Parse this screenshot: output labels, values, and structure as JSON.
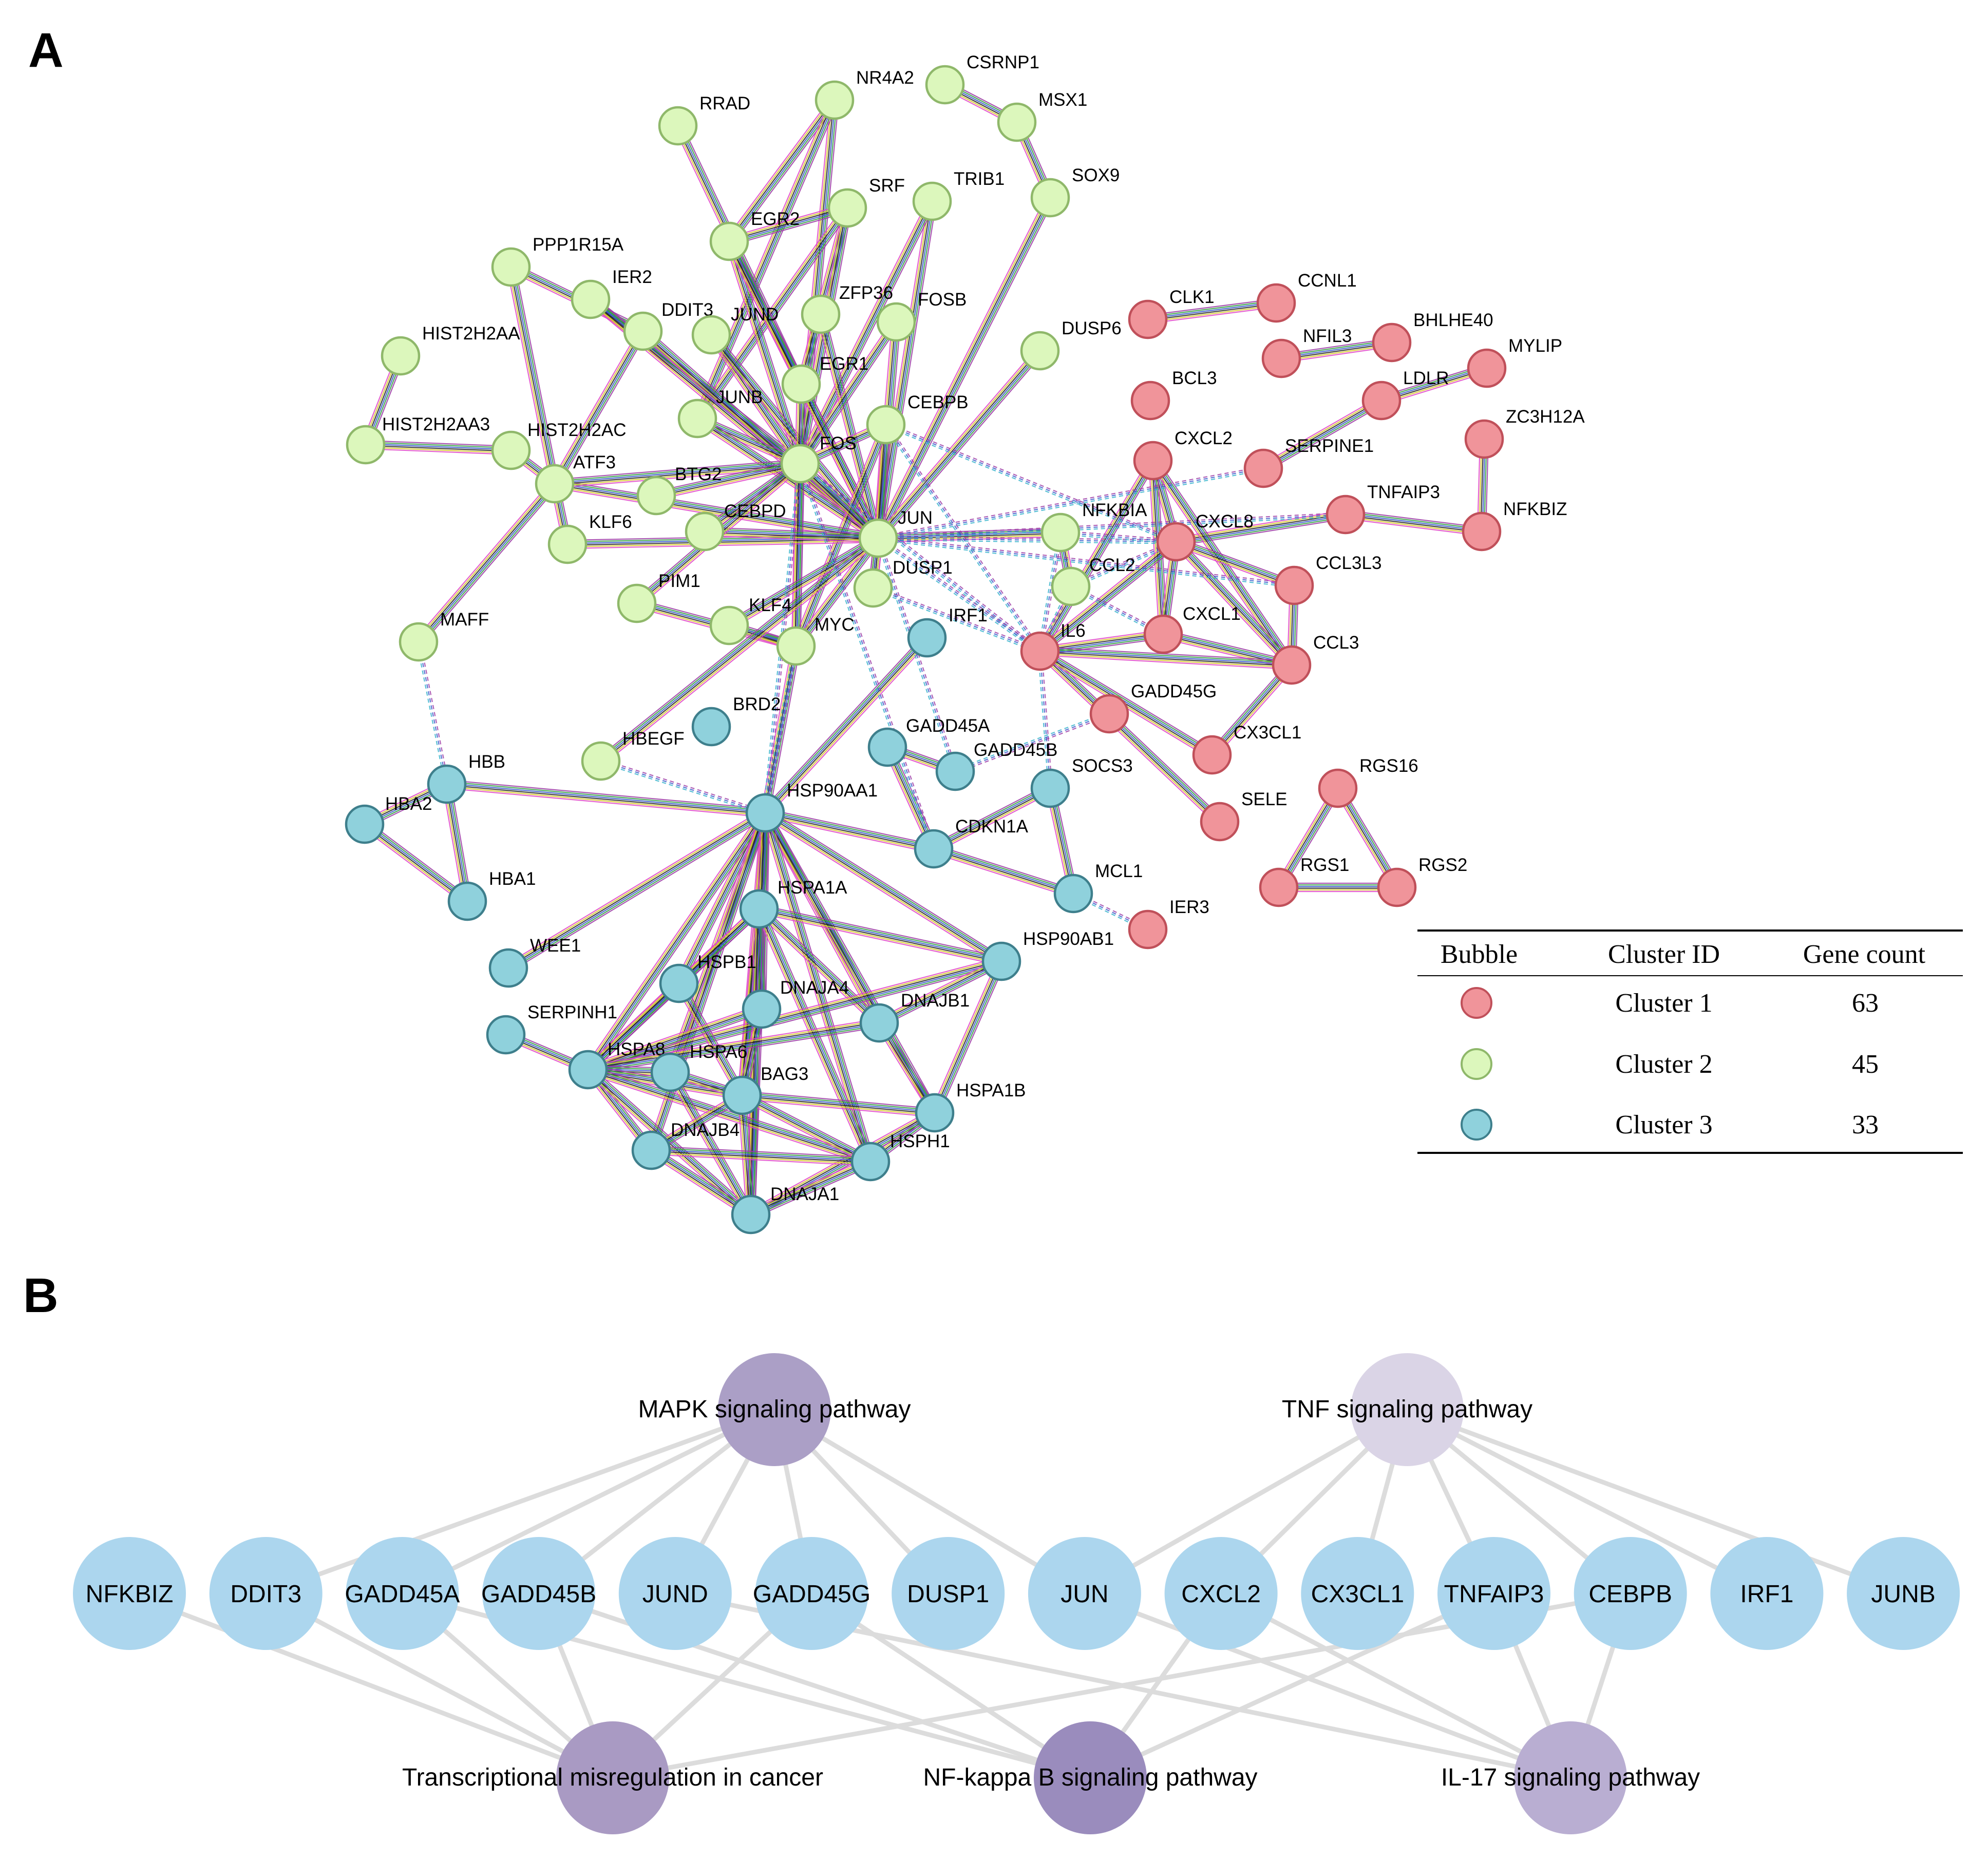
{
  "panels": {
    "a": "A",
    "b": "B"
  },
  "colors": {
    "cluster1_fill": "#f0949a",
    "cluster1_stroke": "#c0505a",
    "cluster2_fill": "#dcf7bc",
    "cluster2_stroke": "#8fb86a",
    "cluster3_fill": "#8fd1dc",
    "cluster3_stroke": "#3e7f8c",
    "gene_fill": "#acd6ee",
    "edge_b": "#dcdcdc"
  },
  "network": {
    "nodes": [
      {
        "id": "CSRNP1",
        "c": 3
      },
      {
        "id": "MSX1",
        "c": 3
      },
      {
        "id": "SOX9",
        "c": 3
      },
      {
        "id": "NR4A2",
        "c": 3
      },
      {
        "id": "RRAD",
        "c": 3
      },
      {
        "id": "SRF",
        "c": 3
      },
      {
        "id": "TRIB1",
        "c": 3
      },
      {
        "id": "EGR2",
        "c": 3
      },
      {
        "id": "PPP1R15A",
        "c": 3
      },
      {
        "id": "IER2",
        "c": 3
      },
      {
        "id": "DDIT3",
        "c": 3
      },
      {
        "id": "JUND",
        "c": 3
      },
      {
        "id": "ZFP36",
        "c": 3
      },
      {
        "id": "FOSB",
        "c": 3
      },
      {
        "id": "EGR1",
        "c": 3
      },
      {
        "id": "DUSP6",
        "c": 3
      },
      {
        "id": "HIST2H2AA",
        "c": 3
      },
      {
        "id": "HIST2H2AA3",
        "c": 3
      },
      {
        "id": "HIST2H2AC",
        "c": 3
      },
      {
        "id": "JUNB",
        "c": 3
      },
      {
        "id": "CEBPB",
        "c": 3
      },
      {
        "id": "ATF3",
        "c": 3
      },
      {
        "id": "FOS",
        "c": 3
      },
      {
        "id": "BTG2",
        "c": 3
      },
      {
        "id": "KLF6",
        "c": 3
      },
      {
        "id": "CEBPD",
        "c": 3
      },
      {
        "id": "JUN",
        "c": 3
      },
      {
        "id": "NFKBIA",
        "c": 3
      },
      {
        "id": "PIM1",
        "c": 3
      },
      {
        "id": "DUSP1",
        "c": 3
      },
      {
        "id": "CCL2",
        "c": 3
      },
      {
        "id": "KLF4",
        "c": 3
      },
      {
        "id": "MYC",
        "c": 3
      },
      {
        "id": "MAFF",
        "c": 3
      },
      {
        "id": "HBEGF",
        "c": 3
      },
      {
        "id": "CLK1",
        "c": 1
      },
      {
        "id": "CCNL1",
        "c": 1
      },
      {
        "id": "NFIL3",
        "c": 1
      },
      {
        "id": "BHLHE40",
        "c": 1
      },
      {
        "id": "MYLIP",
        "c": 1
      },
      {
        "id": "LDLR",
        "c": 1
      },
      {
        "id": "BCL3",
        "c": 1
      },
      {
        "id": "ZC3H12A",
        "c": 1
      },
      {
        "id": "CXCL2",
        "c": 1
      },
      {
        "id": "SERPINE1",
        "c": 1
      },
      {
        "id": "TNFAIP3",
        "c": 1
      },
      {
        "id": "NFKBIZ",
        "c": 1
      },
      {
        "id": "CXCL8",
        "c": 1
      },
      {
        "id": "CCL3L3",
        "c": 1
      },
      {
        "id": "CXCL1",
        "c": 1
      },
      {
        "id": "CCL3",
        "c": 1
      },
      {
        "id": "IL6",
        "c": 1
      },
      {
        "id": "GADD45G",
        "c": 1
      },
      {
        "id": "CX3CL1",
        "c": 1
      },
      {
        "id": "SELE",
        "c": 1
      },
      {
        "id": "RGS16",
        "c": 1
      },
      {
        "id": "RGS1",
        "c": 1
      },
      {
        "id": "RGS2",
        "c": 1
      },
      {
        "id": "IER3",
        "c": 1
      },
      {
        "id": "IRF1",
        "c": 2
      },
      {
        "id": "BRD2",
        "c": 2
      },
      {
        "id": "GADD45A",
        "c": 2
      },
      {
        "id": "GADD45B",
        "c": 2
      },
      {
        "id": "SOCS3",
        "c": 2
      },
      {
        "id": "HBB",
        "c": 2
      },
      {
        "id": "HBA2",
        "c": 2
      },
      {
        "id": "HSP90AA1",
        "c": 2
      },
      {
        "id": "CDKN1A",
        "c": 2
      },
      {
        "id": "HBA1",
        "c": 2
      },
      {
        "id": "MCL1",
        "c": 2
      },
      {
        "id": "HSPA1A",
        "c": 2
      },
      {
        "id": "WEE1",
        "c": 2
      },
      {
        "id": "HSP90AB1",
        "c": 2
      },
      {
        "id": "HSPB1",
        "c": 2
      },
      {
        "id": "DNAJA4",
        "c": 2
      },
      {
        "id": "DNAJB1",
        "c": 2
      },
      {
        "id": "SERPINH1",
        "c": 2
      },
      {
        "id": "HSPA8",
        "c": 2
      },
      {
        "id": "HSPA6",
        "c": 2
      },
      {
        "id": "BAG3",
        "c": 2
      },
      {
        "id": "HSPA1B",
        "c": 2
      },
      {
        "id": "DNAJB4",
        "c": 2
      },
      {
        "id": "HSPH1",
        "c": 2
      },
      {
        "id": "DNAJA1",
        "c": 2
      }
    ]
  },
  "legend": {
    "headers": [
      "Bubble",
      "Cluster ID",
      "Gene count"
    ],
    "rows": [
      {
        "cluster": "Cluster 1",
        "count": "63"
      },
      {
        "cluster": "Cluster 2",
        "count": "45"
      },
      {
        "cluster": "Cluster 3",
        "count": "33"
      }
    ]
  },
  "panel_b": {
    "pathways": [
      {
        "id": "MAPK",
        "label": "MAPK signaling pathway",
        "color": "#ab9fc6"
      },
      {
        "id": "TNF",
        "label": "TNF signaling pathway",
        "color": "#dad4e6"
      },
      {
        "id": "TMC",
        "label": "Transcriptional misregulation in cancer",
        "color": "#a99ac3"
      },
      {
        "id": "NFKB",
        "label": "NF-kappa B signaling pathway",
        "color": "#9a8cbd"
      },
      {
        "id": "IL17",
        "label": "IL-17 signaling pathway",
        "color": "#b9aed2"
      }
    ],
    "genes": [
      "NFKBIZ",
      "DDIT3",
      "GADD45A",
      "GADD45B",
      "JUND",
      "GADD45G",
      "DUSP1",
      "JUN",
      "CXCL2",
      "CX3CL1",
      "TNFAIP3",
      "CEBPB",
      "IRF1",
      "JUNB"
    ],
    "edges": [
      [
        "MAPK",
        "DDIT3"
      ],
      [
        "MAPK",
        "GADD45A"
      ],
      [
        "MAPK",
        "GADD45B"
      ],
      [
        "MAPK",
        "JUND"
      ],
      [
        "MAPK",
        "GADD45G"
      ],
      [
        "MAPK",
        "DUSP1"
      ],
      [
        "MAPK",
        "JUN"
      ],
      [
        "TNF",
        "JUN"
      ],
      [
        "TNF",
        "CXCL2"
      ],
      [
        "TNF",
        "CX3CL1"
      ],
      [
        "TNF",
        "TNFAIP3"
      ],
      [
        "TNF",
        "CEBPB"
      ],
      [
        "TNF",
        "IRF1"
      ],
      [
        "TNF",
        "JUNB"
      ],
      [
        "TMC",
        "NFKBIZ"
      ],
      [
        "TMC",
        "DDIT3"
      ],
      [
        "TMC",
        "GADD45A"
      ],
      [
        "TMC",
        "GADD45B"
      ],
      [
        "TMC",
        "GADD45G"
      ],
      [
        "TMC",
        "CEBPB"
      ],
      [
        "NFKB",
        "GADD45A"
      ],
      [
        "NFKB",
        "GADD45B"
      ],
      [
        "NFKB",
        "GADD45G"
      ],
      [
        "NFKB",
        "CXCL2"
      ],
      [
        "NFKB",
        "TNFAIP3"
      ],
      [
        "IL17",
        "JUND"
      ],
      [
        "IL17",
        "JUN"
      ],
      [
        "IL17",
        "CXCL2"
      ],
      [
        "IL17",
        "TNFAIP3"
      ],
      [
        "IL17",
        "CEBPB"
      ]
    ]
  }
}
